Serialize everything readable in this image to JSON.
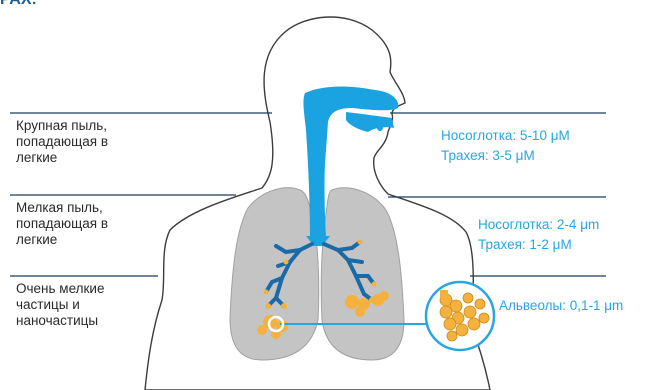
{
  "header_fragment": "РАХ:",
  "left_labels": [
    {
      "text": "Крупная пыль,\nпопадающая в\nлегкие"
    },
    {
      "text": "Мелкая пыль,\nпопадающая в\nлегкие"
    },
    {
      "text": "Очень мелкие\nчастицы и\nнаночастицы"
    }
  ],
  "right_labels": [
    {
      "line1": "Носоглотка: 5-10 μМ",
      "line2": "Трахея: 3-5 μМ"
    },
    {
      "line1": "Носоглотка: 2-4 μm",
      "line2": "Трахея: 1-2 μМ"
    },
    {
      "line1": "Альвеолы: 0,1-1 μm"
    }
  ],
  "colors": {
    "airway_blue": "#1aa3e0",
    "bronchi_blue": "#1a6aa8",
    "lung_grey": "#c4c4c4",
    "alveoli_orange": "#f4b13d",
    "divider_navy": "#1f3a5c",
    "label_text": "#2aa6df"
  }
}
